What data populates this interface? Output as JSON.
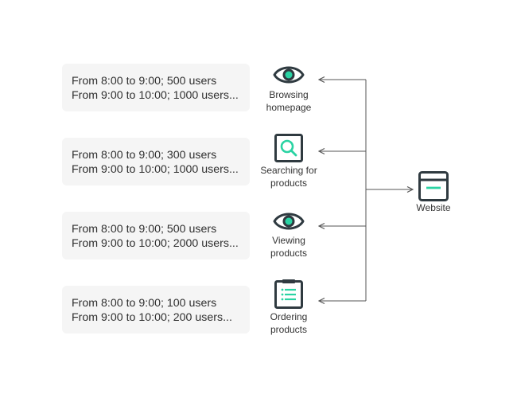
{
  "rows": [
    {
      "line1": "From 8:00 to 9:00; 500 users",
      "line2": "From 9:00 to 10:00; 1000 users...",
      "label1": "Browsing",
      "label2": "homepage",
      "icon": "eye-icon"
    },
    {
      "line1": "From 8:00 to 9:00; 300 users",
      "line2": "From 9:00 to 10:00; 1000 users...",
      "label1": "Searching for",
      "label2": "products",
      "icon": "search-icon"
    },
    {
      "line1": "From 8:00 to 9:00; 500 users",
      "line2": "From 9:00 to 10:00; 2000 users...",
      "label1": "Viewing",
      "label2": "products",
      "icon": "eye-icon"
    },
    {
      "line1": "From 8:00 to 9:00; 100 users",
      "line2": "From 9:00 to 10:00; 200 users...",
      "label1": "Ordering",
      "label2": "products",
      "icon": "list-icon"
    }
  ],
  "website": {
    "label": "Website",
    "icon": "browser-window-icon"
  },
  "colors": {
    "accent": "#2ad3a3",
    "stroke": "#2f3a40",
    "arrow": "#555555",
    "card": "#f5f5f5"
  }
}
